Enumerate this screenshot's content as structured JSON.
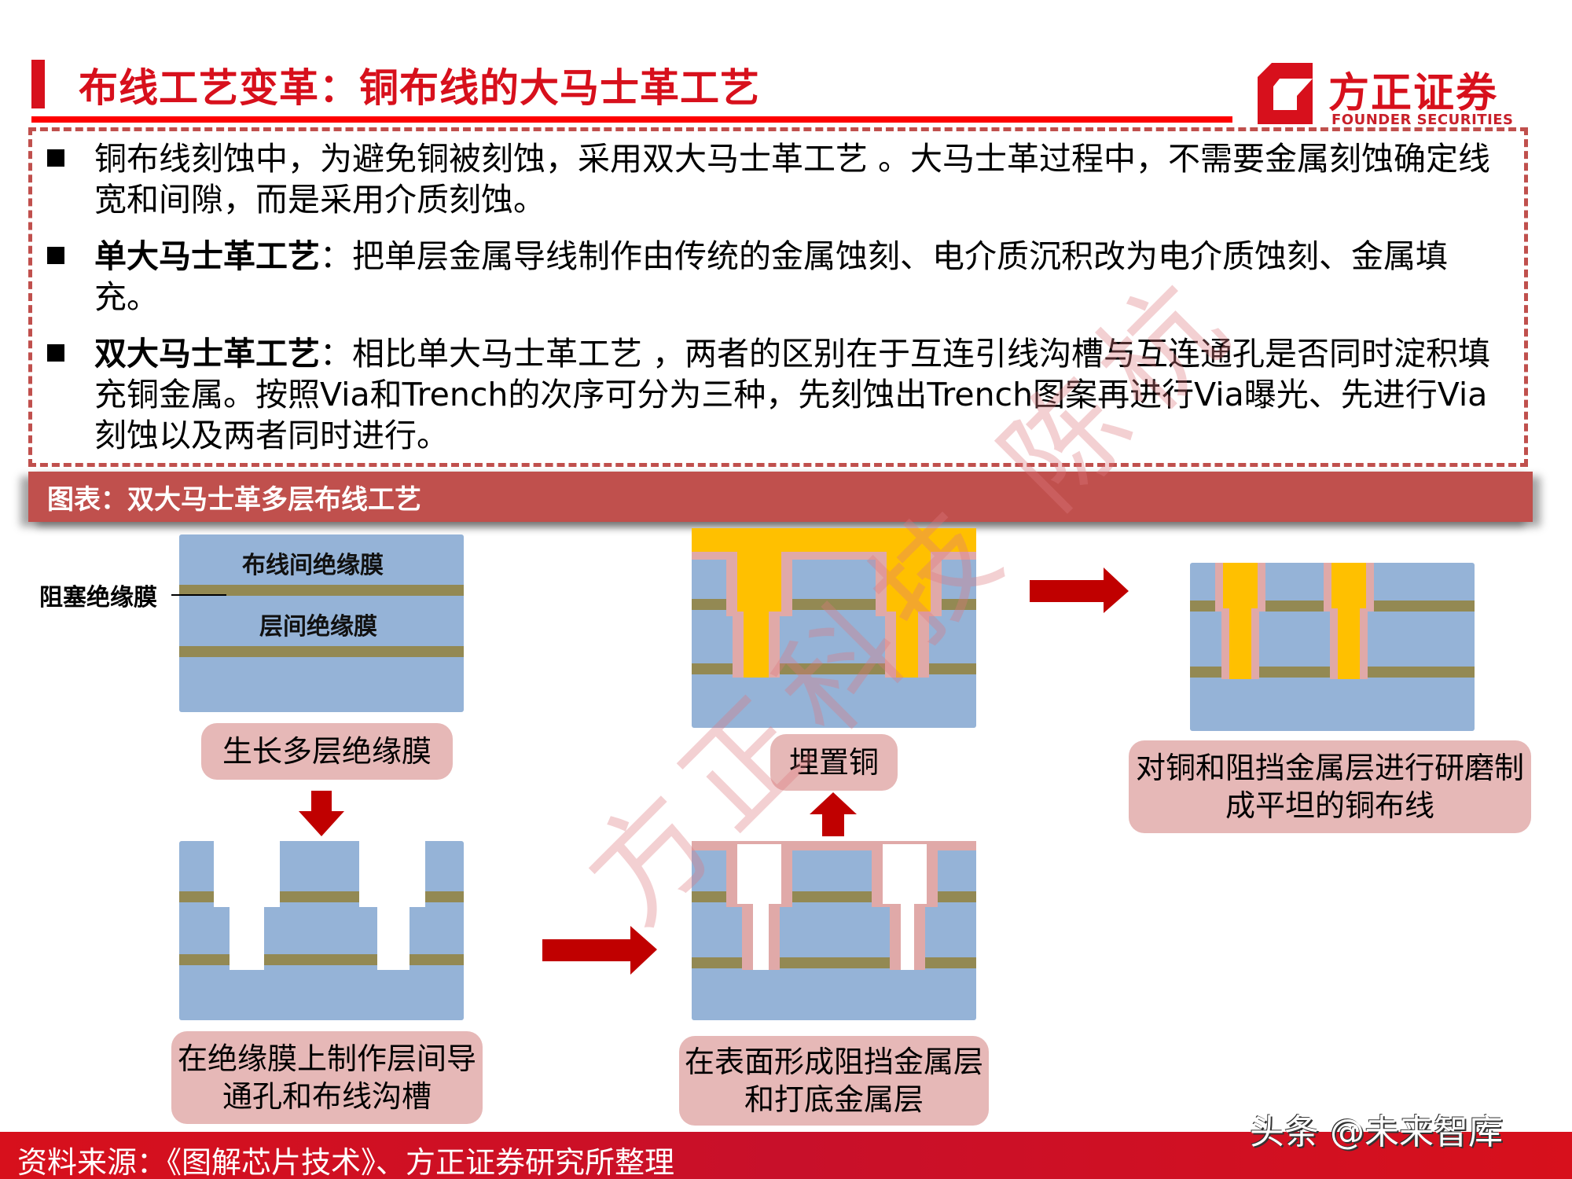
{
  "header": {
    "title": "布线工艺变革：铜布线的大马士革工艺",
    "logo_cn": "方正证券",
    "logo_en": "FOUNDER SECURITIES"
  },
  "bullets": [
    {
      "bold": "",
      "text": "铜布线刻蚀中，为避免铜被刻蚀，采用双大马士革工艺 。大马士革过程中，不需要金属刻蚀确定线宽和间隙，而是采用介质刻蚀。"
    },
    {
      "bold": "单大马士革工艺",
      "text": "：把单层金属导线制作由传统的金属蚀刻、电介质沉积改为电介质蚀刻、金属填充。"
    },
    {
      "bold": "双大马士革工艺",
      "text": "：相比单大马士革工艺 ，两者的区别在于互连引线沟槽与互连通孔是否同时淀积填充铜金属。按照Via和Trench的次序可分为三种，先刻蚀出Trench图案再进行Via曝光、先进行Via刻蚀以及两者同时进行。"
    }
  ],
  "figure": {
    "title": "图表：双大马士革多层布线工艺",
    "layer_labels": {
      "wiring_insulator": "布线间绝缘膜",
      "interlayer_insulator": "层间绝缘膜",
      "barrier_insulator": "阻塞绝缘膜"
    },
    "steps": [
      {
        "id": "step1",
        "label": "生长多层绝缘膜"
      },
      {
        "id": "step2",
        "label": "在绝缘膜上制作层间导通孔和布线沟槽"
      },
      {
        "id": "step3",
        "label": "在表面形成阻挡金属层和打底金属层"
      },
      {
        "id": "step4",
        "label": "埋置铜"
      },
      {
        "id": "step5",
        "label": "对铜和阻挡金属层进行研磨制成平坦的铜布线"
      }
    ],
    "colors": {
      "dielectric": "#95b3d7",
      "barrier_stripe": "#938953",
      "barrier_metal": "#e0a9a8",
      "copper": "#ffc000",
      "arrow": "#c00000",
      "label_bg": "#e6b8b7",
      "banner": "#c0504d"
    }
  },
  "watermark": "方正科技 陈杭",
  "footer": {
    "source": "资料来源：《图解芯片技术》、方正证券研究所整理",
    "credit": "头条 @未来智库"
  }
}
